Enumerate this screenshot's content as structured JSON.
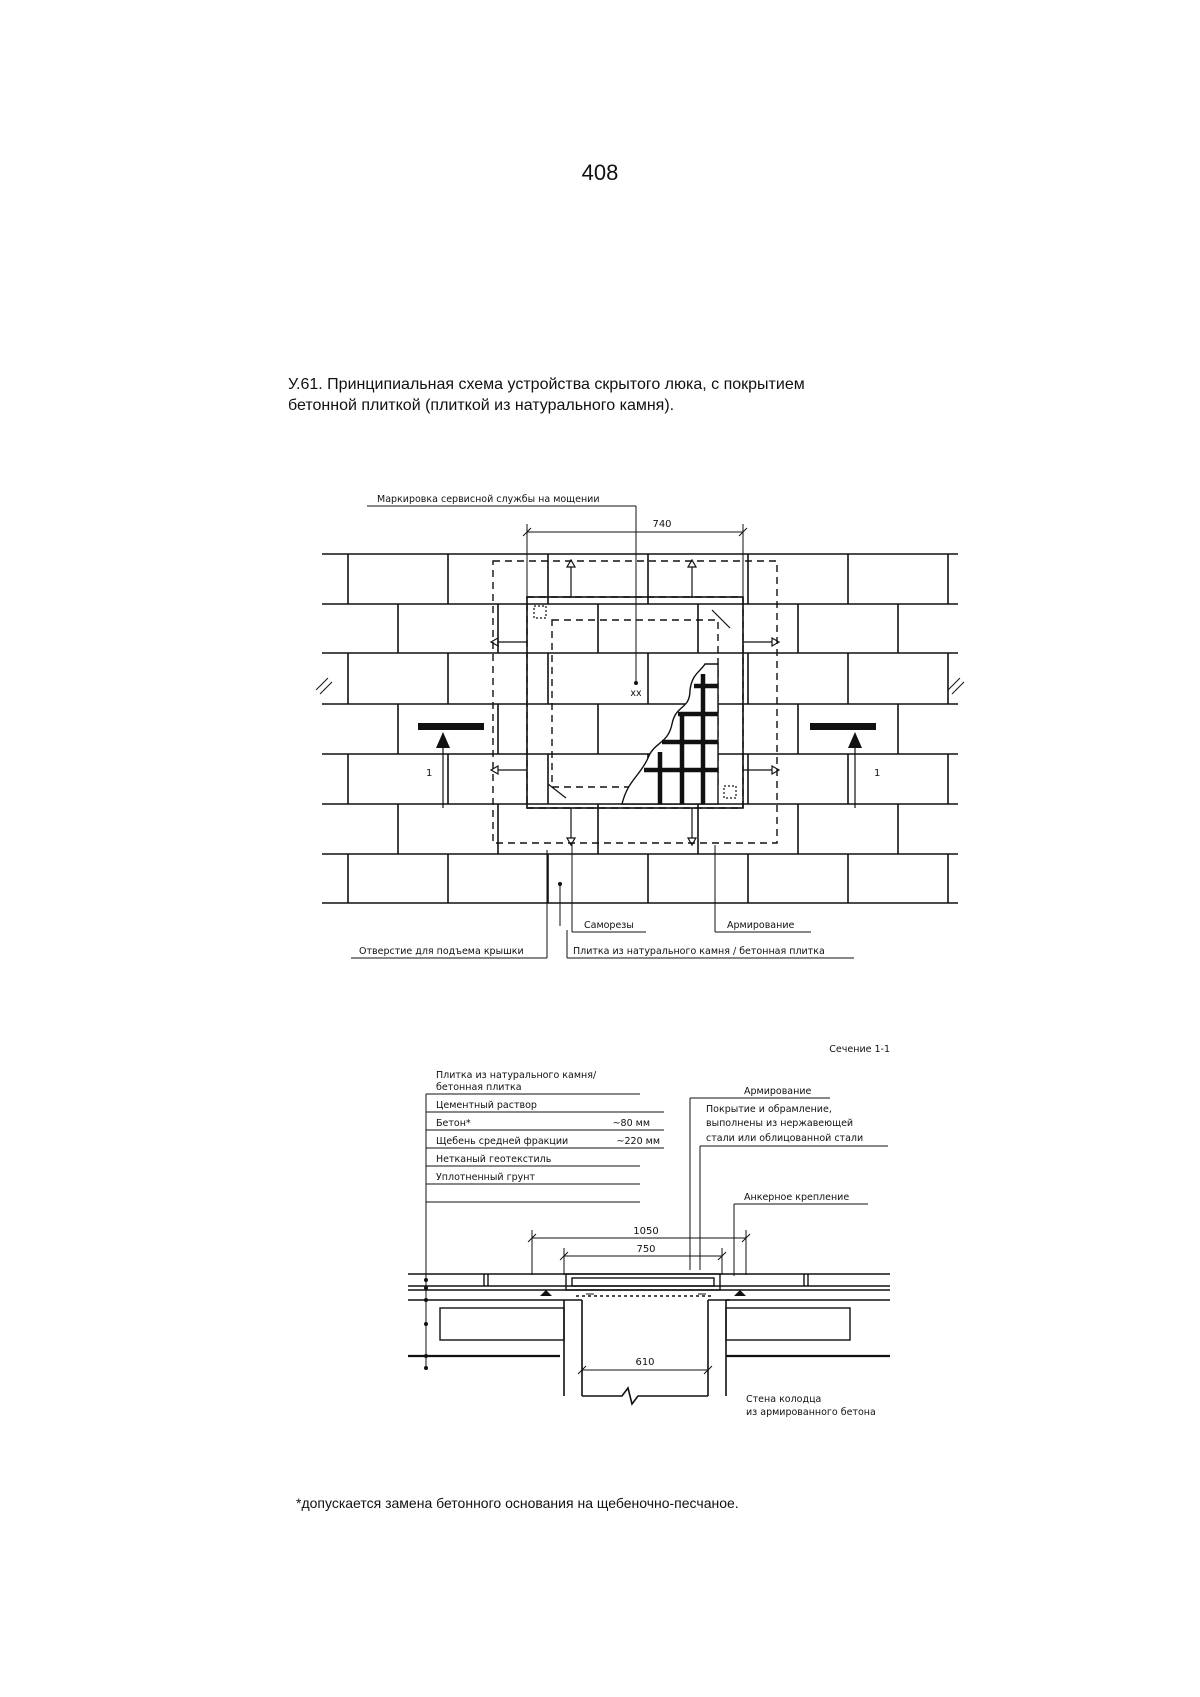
{
  "page_number": "408",
  "caption": {
    "line1": "У.61. Принципиальная схема устройства скрытого люка, с покрытием",
    "line2": "бетонной плиткой (плиткой из натурального камня)."
  },
  "plan_view": {
    "label_marking": "Маркировка сервисной службы на мощении",
    "dim_width": "740",
    "mark_xx": "хх",
    "section_mark_left": "1",
    "section_mark_right": "1",
    "label_screws": "Саморезы",
    "label_reinforcement": "Армирование",
    "label_lift_hole": "Отверстие для подъема крышки",
    "label_tile": "Плитка из натурального камня / бетонная плитка"
  },
  "section_view": {
    "title": "Сечение 1-1",
    "layers": [
      {
        "name": "Плитка из натурального камня/",
        "value": ""
      },
      {
        "name": "бетонная плитка",
        "value": ""
      },
      {
        "name": "Цементный раствор",
        "value": ""
      },
      {
        "name": "Бетон*",
        "value": "~80 мм"
      },
      {
        "name": "Щебень средней фракции",
        "value": "~220 мм"
      },
      {
        "name": "Нетканый геотекстиль",
        "value": ""
      },
      {
        "name": "Уплотненный грунт",
        "value": ""
      }
    ],
    "label_reinforcement": "Армирование",
    "cover_note": [
      "Покрытие и обрамление,",
      "выполнены из нержавеющей",
      "стали или облицованной стали"
    ],
    "label_anchor": "Анкерное крепление",
    "dim_outer": "1050",
    "dim_inner": "750",
    "dim_opening": "610",
    "well_wall": [
      "Стена колодца",
      "из армированного бетона"
    ]
  },
  "footnote": "*допускается замена бетонного основания на щебеночно-песчаное."
}
